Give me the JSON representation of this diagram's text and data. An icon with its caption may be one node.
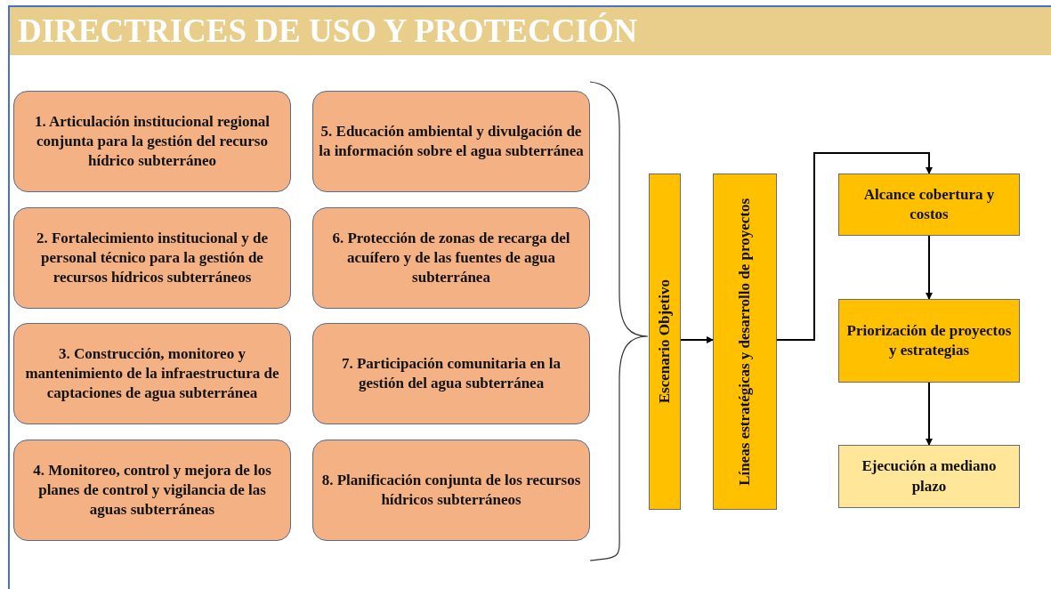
{
  "diagram": {
    "title": "DIRECTRICES DE USO Y PROTECCIÓN",
    "nodes": [
      {
        "text": [
          "1. Articulación institucional regional conjunta para la gestión del recurso hídrico subterráneo"
        ]
      },
      {
        "text": [
          "2. Fortalecimiento institucional y de personal técnico para la gestión de recursos hídricos subterráneos"
        ]
      },
      {
        "text": [
          "3. Construcción, monitoreo y mantenimiento de la infraestructura de captaciones de agua subterránea"
        ]
      },
      {
        "text": [
          "4. Monitoreo, control y mejora de los planes de control y vigilancia de las aguas subterráneas"
        ]
      },
      {
        "text": [
          "5. Educación ambiental y divulgación de la información sobre el agua subterránea"
        ]
      },
      {
        "text": [
          "6. Protección de zonas de recarga del acuífero y de las fuentes de agua subterránea"
        ]
      },
      {
        "text": [
          "7. Participación comunitaria en la gestión del agua subterránea"
        ]
      },
      {
        "text": [
          "8. Planificación conjunta de los recursos hídricos subterráneos"
        ]
      },
      {
        "text": [
          "Escenario Objetivo"
        ]
      },
      {
        "text": [
          "Líneas estratégicas y desarrollo de proyectos"
        ]
      },
      {
        "text": [
          "Alcance cobertura y costos"
        ]
      },
      {
        "text": [
          "Priorización de proyectos y estrategias"
        ]
      },
      {
        "text": [
          "Ejecución a mediano plazo"
        ]
      }
    ],
    "edges": [
      {
        "from": 8,
        "to": 9,
        "arrow": "to"
      },
      {
        "from": 9,
        "to": 10,
        "arrow": "to"
      },
      {
        "from": 10,
        "to": 11,
        "arrow": "to"
      },
      {
        "from": 11,
        "to": 12,
        "arrow": "to"
      }
    ]
  }
}
